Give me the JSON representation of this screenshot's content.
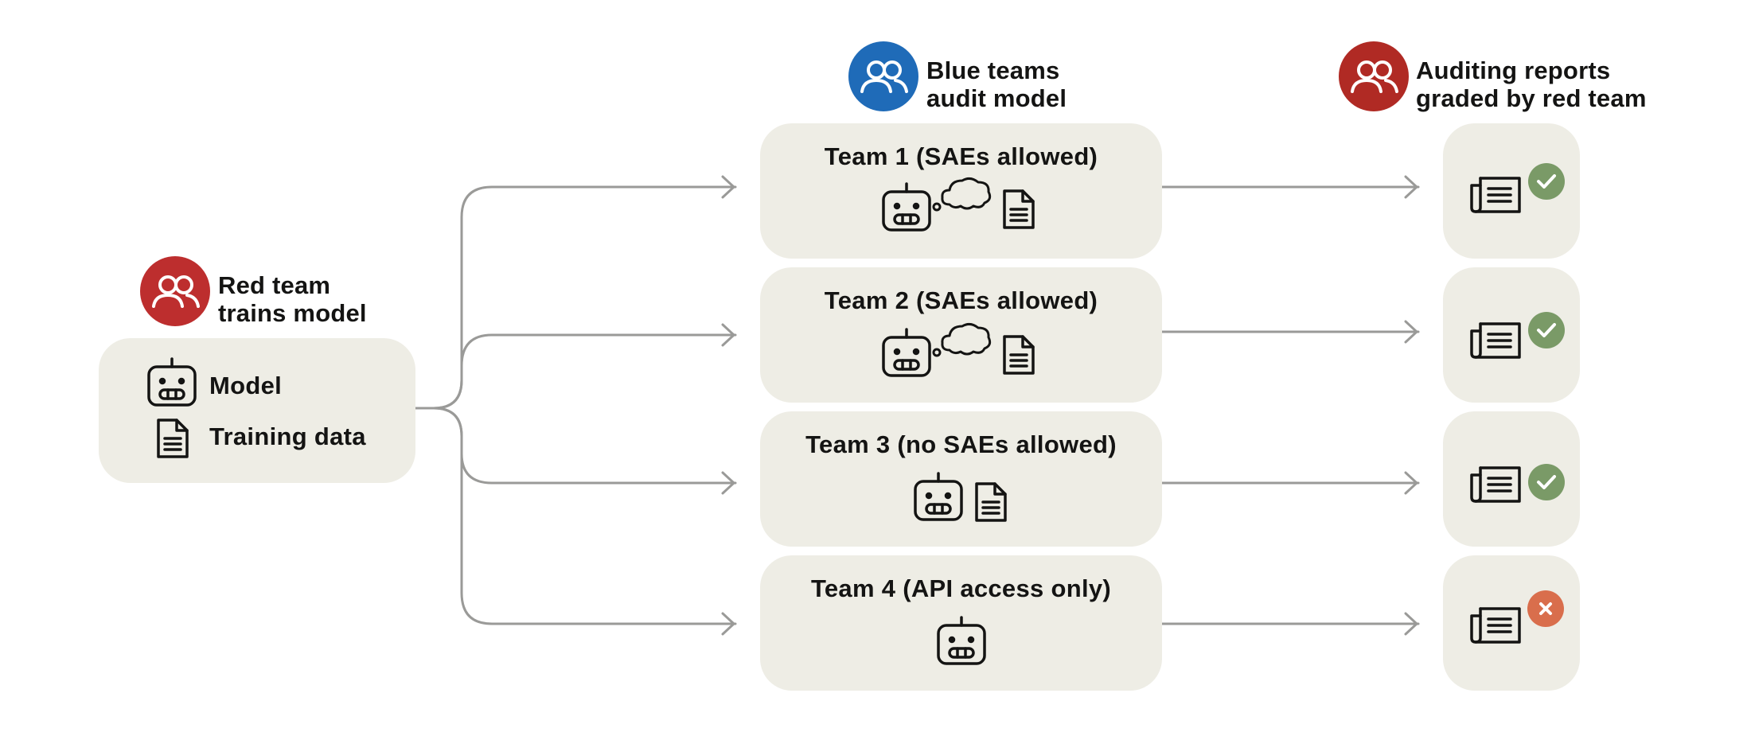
{
  "red_team": {
    "label_line1": "Red team",
    "label_line2": "trains model",
    "badge_color": "#bd2e2e",
    "items": [
      {
        "label": "Model",
        "icon": "robot-icon"
      },
      {
        "label": "Training data",
        "icon": "document-icon"
      }
    ]
  },
  "blue_teams": {
    "label_line1": "Blue teams",
    "label_line2": "audit model",
    "badge_color": "#1f6bb8"
  },
  "auditing": {
    "label_line1": "Auditing reports",
    "label_line2": "graded by red team",
    "badge_color": "#b02a24"
  },
  "teams": [
    {
      "title": "Team 1 (SAEs allowed)",
      "icons": [
        "robot-icon",
        "thought-bubble-icon",
        "document-icon"
      ],
      "graded": "pass"
    },
    {
      "title": "Team 2 (SAEs allowed)",
      "icons": [
        "robot-icon",
        "thought-bubble-icon",
        "document-icon"
      ],
      "graded": "pass"
    },
    {
      "title": "Team 3 (no SAEs allowed)",
      "icons": [
        "robot-icon",
        "document-icon"
      ],
      "graded": "pass"
    },
    {
      "title": "Team 4 (API access only)",
      "icons": [
        "robot-icon"
      ],
      "graded": "fail"
    }
  ],
  "colors": {
    "card": "#eeede5",
    "connector": "#9a9a98",
    "pass": "#7a9a67",
    "fail": "#d96e4c"
  }
}
